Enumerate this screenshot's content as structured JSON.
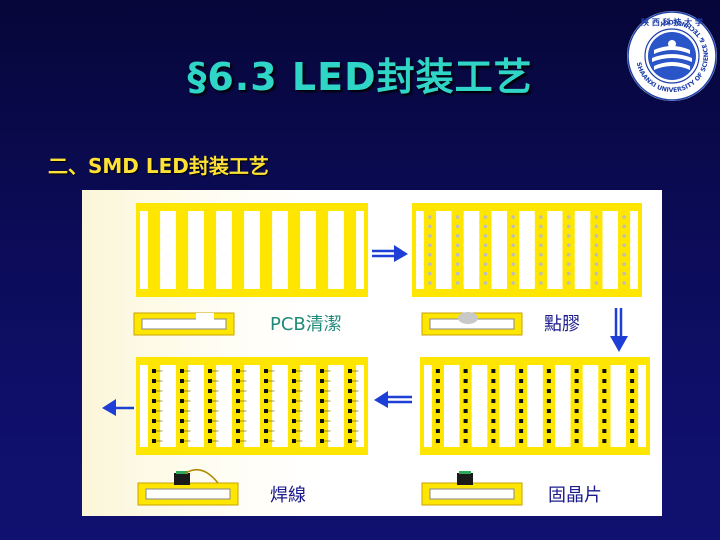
{
  "slide": {
    "title": "§6.3  LED封装工艺",
    "subtitle": "二、SMD LED封装工艺"
  },
  "logo": {
    "ring_text": "SHAANXI UNIVERSITY OF SCIENCE & TECHNOLOGY",
    "top_text": "陕 西 科 技 大 学"
  },
  "steps": [
    {
      "label": "PCB清潔",
      "state": "clean"
    },
    {
      "label": "點膠",
      "state": "glue"
    },
    {
      "label": "固晶片",
      "state": "die"
    },
    {
      "label": "焊線",
      "state": "wire"
    }
  ],
  "colors": {
    "title": "#2fd6c8",
    "subtitle": "#ffe135",
    "strip": "#ffe600",
    "arrow": "#1d3fd6",
    "label": "#1a1a8c"
  }
}
